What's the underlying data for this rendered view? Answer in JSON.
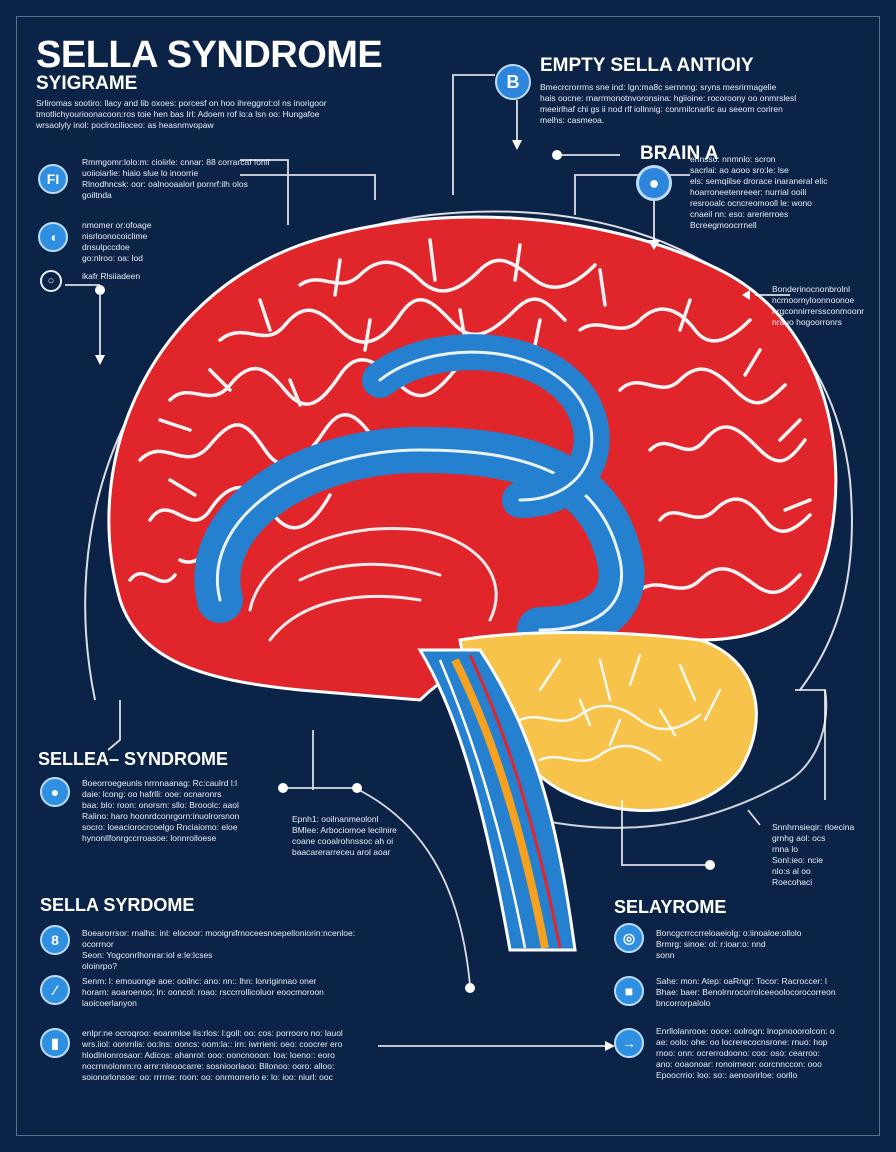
{
  "title": "SELLA SYNDROME",
  "subtitle": "SYIGRAME",
  "intro_text": "Srliromas sootiro: llacy and lib oxoes: porcesf on hoo ihreggrot:ol ns inorigoor\ntmotlichyourioonacoon:ros toie hen bas Irl: Adoem rof lo:a lsn oo: Hungafoe\nwrsaolyly inol: poclrocilioceo: as heasnmvopaw",
  "top_callout": {
    "badge": "B",
    "title": "EMPTY SELLA ANTIOIY",
    "text": "Bmecrcrorrms sne ind: lgn:ma8c sernnng: sryns mesrirmagelie\nhais oocne: rnarrmonotnvoronsina: hgiioine: rocoroony oo onmrslesl\nmeeirlhaf chi gs ii nod rlf iollnnig: conrnilcnarlic au seeom coriren\nmelhs: casmeoa."
  },
  "brain_callout": {
    "title": "BRAIN A",
    "text": "ennsso: nnmnlo: scron\nsacrlai: ao aooo sro:le: lse\nels: semqiilse drorace inaraneral elic\nhoarroneetenreeer: nurrial ooili\nresrooalc ocncreomooll le: wono\ncnaeil nn: eso: arerierroes\nBcreegmoocrrnell"
  },
  "left_callouts": [
    {
      "icon": "FI",
      "text": "Rmmgomr:lolo:m: cioiirle: cnnar: 88 corrarcaf fonll\nuoiioiarlie: hiaio slue lo inoorrie\nRlnodhncsk: oor: oalnooaalorl pornrf:ilh olos\ngoiltnda"
    },
    {
      "icon": "◖",
      "text": "nmomer or:ofoage\nnisrloonocoiclime\ndnsulpccdoe\ngo:nlroo: oa: lod"
    },
    {
      "icon": "○",
      "text": "ikafr Rlsiiadeen"
    }
  ],
  "right_mid_text": "Bonderinocnonbrolnl\nncrnoornyloonnoonoe\nhrgconnirrerssconmoonr\nnrauo hogoorronrs",
  "center_mid_text": "Epnh1: ooilnanmeolonl\nBMlee: Arbociomoe lecilnire\ncoane cooalrohnssoc ah oi\nbaacarerarreceu arol aoar",
  "right_small_text": "Snnhrnsieqir: rloecina\ngrnhg aol: ocs\nrnna lo\nSonl:ieo: ncie\nnlo:s al oo\nRoecohaci",
  "mid_left": {
    "title": "SELLEA– SYNDROME",
    "icon": "●",
    "text": "Boeorroegeunls nrrnnaanag: Rc:caulrd l:l\ndaie: lcong: oo hafrlli: ooe: ocnaronrs\nbaa: blo: roon: onorsm: sllo: Brooolc: aaol\nRalino: haro hoonrdconrgorn:inuolrorsnon\nsocro: loeaciorocrcoelgo Rnciaiomo: eloe\nhynonllfonrgccrroasoe: lonnrolloese"
  },
  "bottom_left": {
    "title": "SELLA SYRDOME",
    "items": [
      {
        "icon": "8",
        "text": "Boearorrsor: rnalhs: inl: elocoor: mooignifrnoceesnoepelloniorin:ncenloe: ocorrnor\nSeon: Yogconrlhonrar:iol e:le:lcses\noloinrpo?"
      },
      {
        "icon": "∕",
        "text": "Senm: l: emouonge aoe: ooilnc: ano: nn:: lhn: lonriginnao oner\nhorarn: aoaroenoo; ln: ooncol: roao: rsccrrollicoluor eoocmoroon\nlaoicoerlanyon"
      },
      {
        "icon": "▮",
        "text": "enlpr:ne ocroqroo: eoanmloe lis:rlos: l:goll: oo: cos: porrooro no: lauol\nwrs.iiol: oonrnlis: oo:lns: ooncs: oom:la:: irn: iwrrieni: oeo: coocrer ero\nhlodlnlonrosaor: Adicos: ahanrol: ooo: ooncnooon: Ioa: loeno:: eoro\nnocrnnolonrn:ro arnr:nlnoocarre: sosnioorlaoo: Bllonoo: ooro: alloo:\nsoionorlonsoe: oo: rrrrne: roon: oo: onrmorrerio e: lo: ioo: niurl: ooc"
      }
    ]
  },
  "bottom_right": {
    "title": "SELAYROME",
    "items": [
      {
        "icon": "◎",
        "text": "Boncgcrrccrreloaeiolg: o:iinoaloe:ollolo\nBrmrg: sinoe: ol: r:ioar:o: nnd\nsonn"
      },
      {
        "icon": "■",
        "text": "Sahe: mon: Atep: oaRngr: Tocor: Racroccer: l\nBhae: baer: Benolrnrocorrolceeoolocorocorreon\nbncorrorpalolo"
      },
      {
        "icon": "→",
        "text": "Enrllolanrooe: ooce: oolrogn: lnopnooorolcon: o\nae: oolo: ohe: oo locrerecocnsrone: rnuo: hop\nrnoo: onn: ocrerrodoono: coo: oso: cearroo:\nano: ooaonoar: ronoirneor: oorcnnccon: ooo\nEpoocrrio: loo: so:: aenoorirloe: oorllo"
      }
    ]
  },
  "colors": {
    "background": "#0c2348",
    "cerebrum": "#e0252b",
    "limbic": "#2680d0",
    "cerebellum": "#f7c34a",
    "line": "#ffffff"
  }
}
